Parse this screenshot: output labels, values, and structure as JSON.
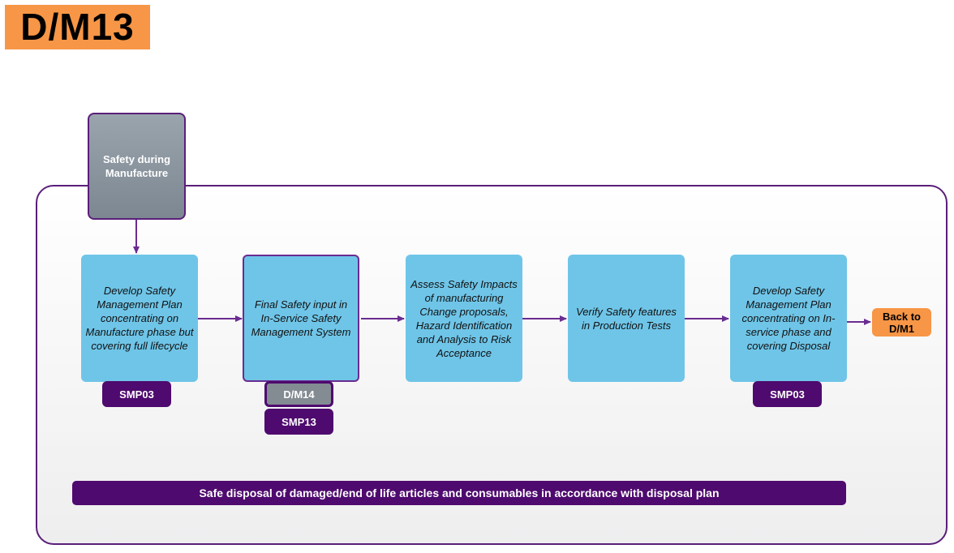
{
  "page_title": "D/M13",
  "start_box": "Safety during Manufacture",
  "steps": [
    "Develop Safety Management Plan concentrating on Manufacture phase but covering full lifecycle",
    "Final Safety input in In-Service Safety Management System",
    "Assess Safety Impacts of manufacturing Change proposals, Hazard Identification and Analysis to Risk Acceptance",
    "Verify Safety features in Production Tests",
    "Develop Safety Management Plan concentrating on In-service phase and covering Disposal"
  ],
  "tags": {
    "step1_smp": "SMP03",
    "step2_dm": "D/M14",
    "step2_smp": "SMP13",
    "step5_smp": "SMP03"
  },
  "back_button": "Back to D/M1",
  "banner": "Safe disposal of damaged/end of life articles and consumables in accordance with disposal plan",
  "colors": {
    "title_bg": "#f79646",
    "step_fill": "#6fc5e8",
    "tag_fill": "#4e0a6e",
    "border": "#5a1f7a",
    "arrow": "#6a2c91"
  }
}
